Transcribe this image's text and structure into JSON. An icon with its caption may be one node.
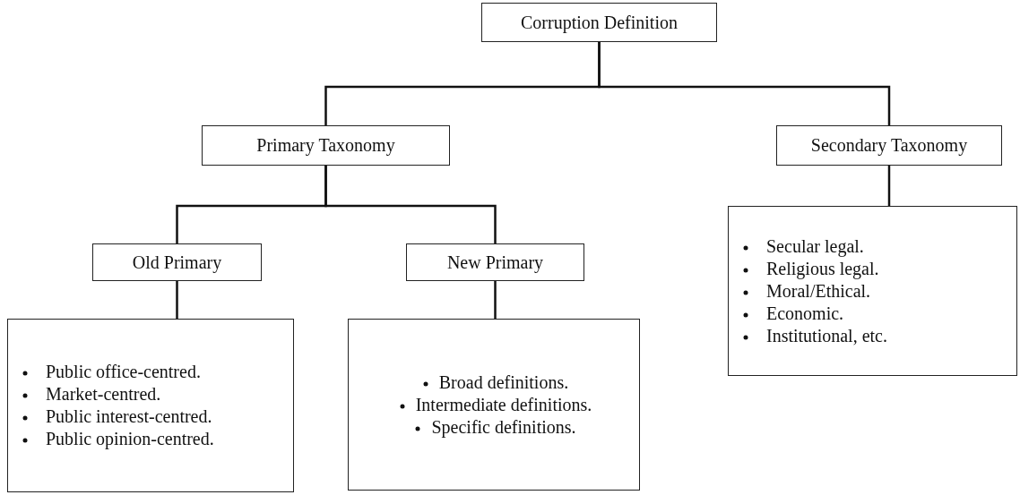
{
  "diagram": {
    "nodes": [
      {
        "text": [
          "Corruption Definition"
        ]
      },
      {
        "text": [
          "Primary Taxonomy"
        ]
      },
      {
        "text": [
          "Secondary Taxonomy"
        ]
      },
      {
        "text": [
          "Old Primary"
        ]
      },
      {
        "text": [
          "New Primary"
        ]
      },
      {
        "text": [
          "Public office-centred.",
          "Market-centred.",
          "Public interest-centred.",
          "Public opinion-centred."
        ]
      },
      {
        "text": [
          "Broad definitions.",
          "Intermediate definitions.",
          "Specific definitions."
        ]
      },
      {
        "text": [
          "Secular legal.",
          "Religious legal.",
          "Moral/Ethical.",
          "Economic.",
          "Institutional, etc."
        ]
      }
    ],
    "edges": [
      {
        "from": 0,
        "to": 1,
        "arrow": "none"
      },
      {
        "from": 0,
        "to": 2,
        "arrow": "none"
      },
      {
        "from": 1,
        "to": 3,
        "arrow": "none"
      },
      {
        "from": 1,
        "to": 4,
        "arrow": "none"
      },
      {
        "from": 3,
        "to": 5,
        "arrow": "none"
      },
      {
        "from": 4,
        "to": 6,
        "arrow": "none"
      },
      {
        "from": 2,
        "to": 7,
        "arrow": "none"
      }
    ]
  }
}
